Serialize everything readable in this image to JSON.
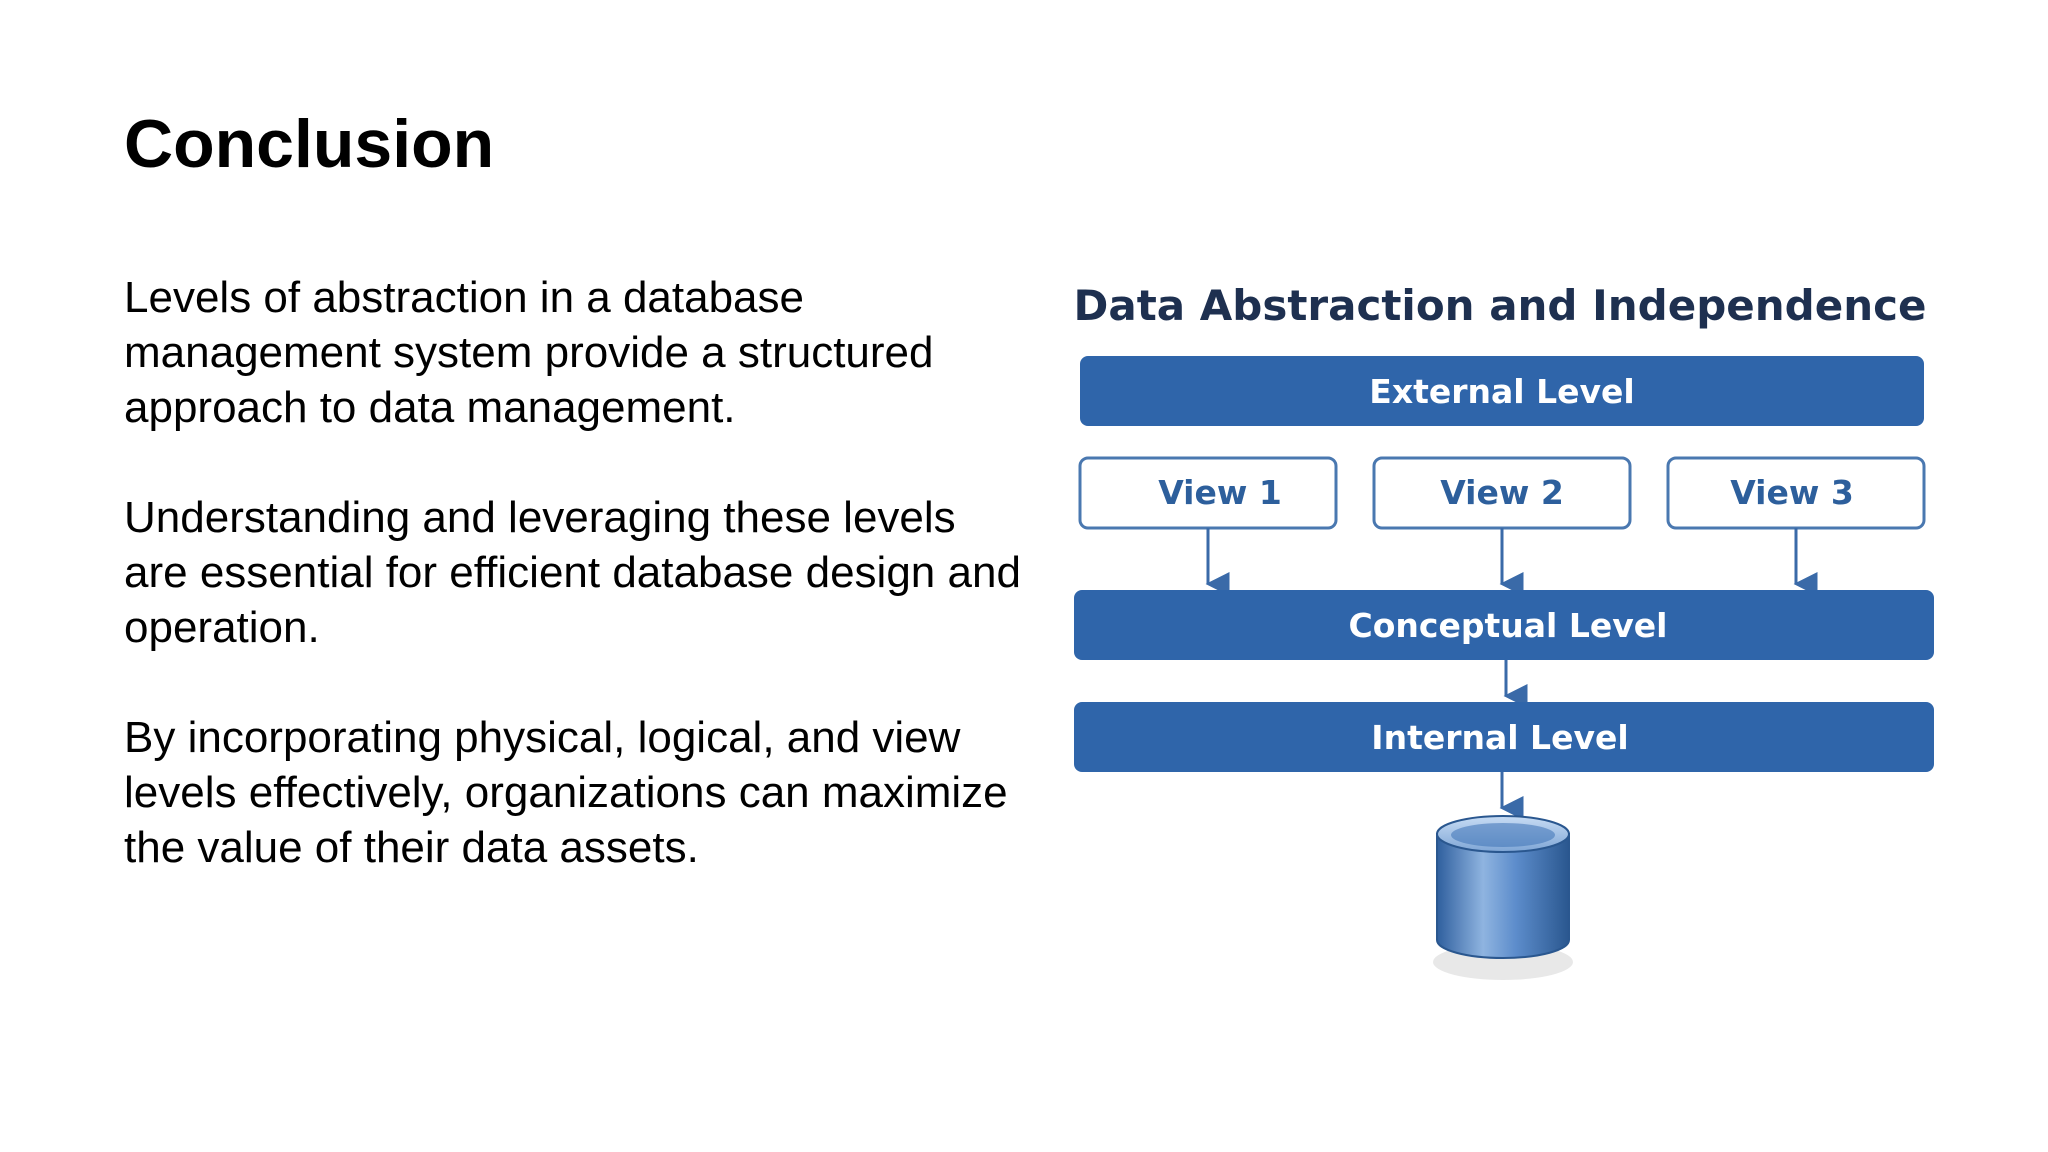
{
  "slide": {
    "title": "Conclusion",
    "paragraphs": [
      "Levels of abstraction in a database management system provide a structured approach to data management.",
      "Understanding and leveraging these levels are essential for efficient database design and operation.",
      "By incorporating physical, logical, and view levels effectively, organizations can maximize the value of their data assets."
    ]
  },
  "diagram": {
    "title": "Data Abstraction and Independence",
    "external_level": "External Level",
    "views": [
      "View 1",
      "View 2",
      "View 3"
    ],
    "conceptual_level": "Conceptual Level",
    "internal_level": "Internal Level",
    "database_icon": "database-cylinder-icon",
    "colors": {
      "bar_fill": "#2f65aa",
      "view_border": "#4a78b0",
      "arrow": "#3a6aa8",
      "title_text": "#1e3050"
    }
  }
}
